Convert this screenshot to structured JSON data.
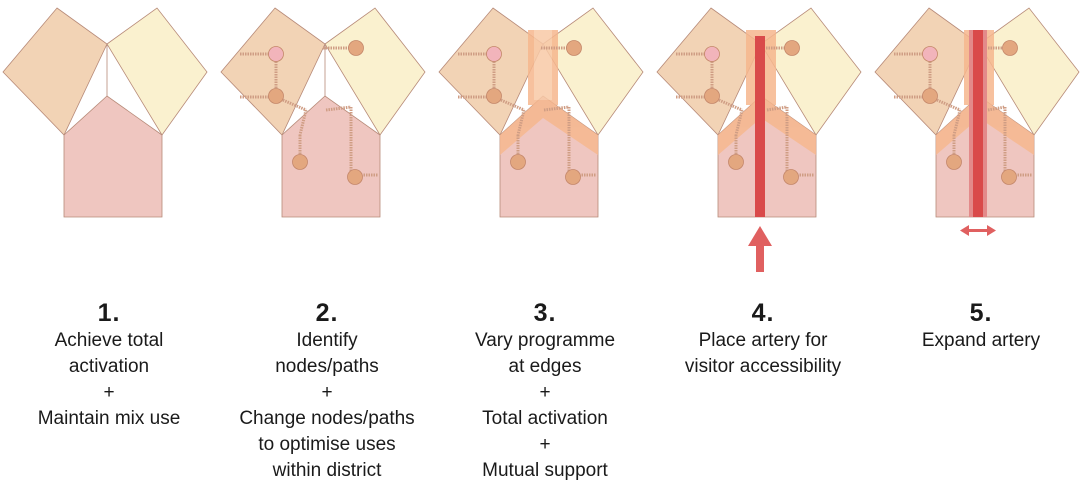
{
  "steps": [
    {
      "number": "1.",
      "lines": [
        "Achieve total",
        "activation",
        "+",
        "Maintain mix use"
      ]
    },
    {
      "number": "2.",
      "lines": [
        "Identify",
        "nodes/paths",
        "+",
        "Change nodes/paths",
        "to optimise uses",
        "within district"
      ]
    },
    {
      "number": "3.",
      "lines": [
        "Vary programme",
        "at edges",
        "+",
        "Total activation",
        "+",
        "Mutual support"
      ]
    },
    {
      "number": "4.",
      "lines": [
        "Place artery for",
        "visitor accessibility"
      ]
    },
    {
      "number": "5.",
      "lines": [
        "Expand artery"
      ]
    }
  ],
  "colors": {
    "left_district": "#f2d3b5",
    "right_district": "#faf1cf",
    "bottom_district": "#efc6c0",
    "outline": "#b78a78",
    "node": "#e3a77f",
    "node_pink": "#f2b4bb",
    "path": "#cf9d84",
    "edge_band": "#f6b78e",
    "edge_band_inner": "#f8c9a6",
    "artery": "#d94a4a",
    "artery_soft": "#e38a8a",
    "arrow": "#e06060"
  }
}
